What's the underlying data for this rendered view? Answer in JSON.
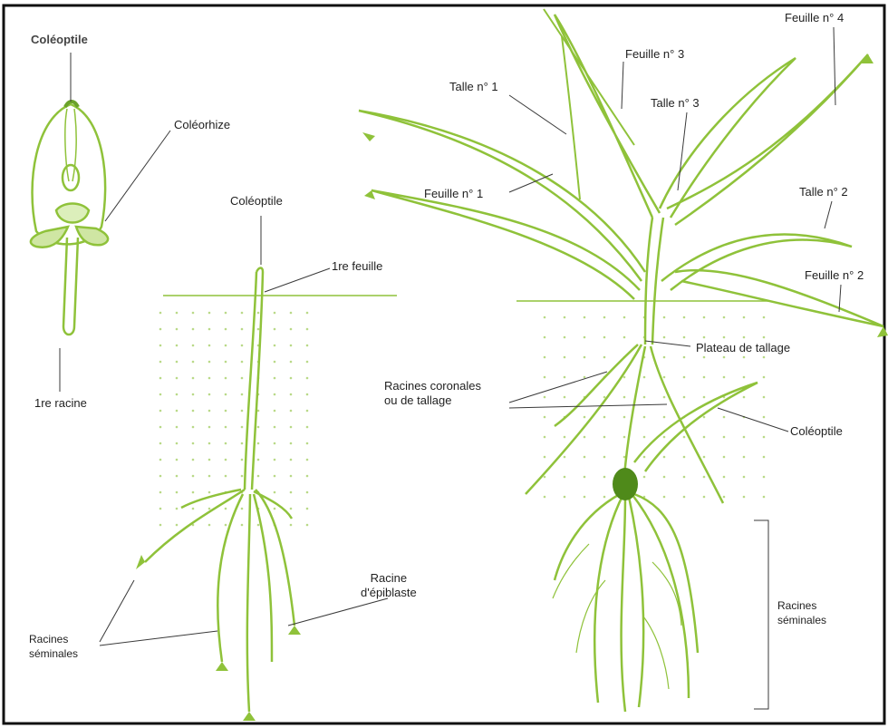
{
  "labels": {
    "coleoptile_top": "Coléoptile",
    "coleorhize": "Coléorhize",
    "premiere_racine": "1re racine",
    "coleoptile_mid": "Coléoptile",
    "premiere_feuille": "1re feuille",
    "racines_seminales_left": "Racines\nséminales",
    "racine_epiblaste": "Racine\nd'épiblaste",
    "talle_1": "Talle n° 1",
    "feuille_3": "Feuille n° 3",
    "feuille_4": "Feuille n° 4",
    "talle_3": "Talle n° 3",
    "feuille_1": "Feuille n° 1",
    "talle_2": "Talle n° 2",
    "feuille_2": "Feuille n° 2",
    "plateau_tallage": "Plateau de tallage",
    "racines_coronales": "Racines coronales\nou de tallage",
    "coleoptile_right": "Coléoptile",
    "racines_seminales_right": "Racines\nséminales"
  },
  "colors": {
    "plant": "#8fc23a",
    "plant_dark": "#4f8a1a",
    "leader": "#3a3a3a",
    "frame": "#111111"
  }
}
